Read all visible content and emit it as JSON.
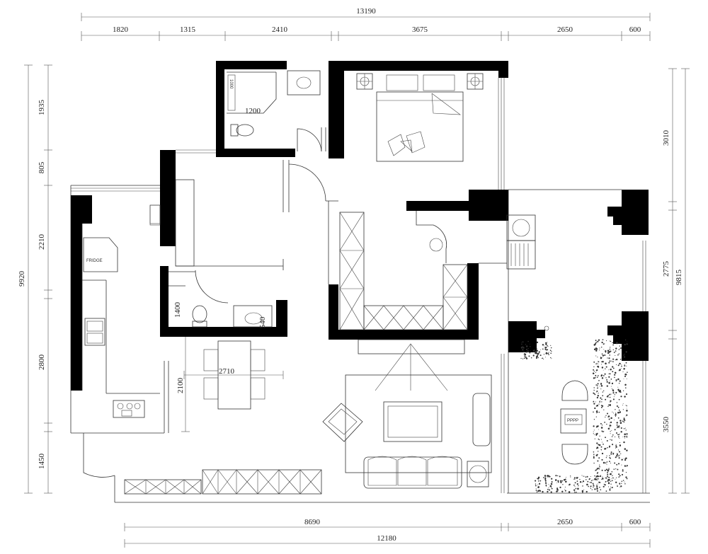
{
  "dimensions": {
    "top_total": "13190",
    "top_segments": [
      "1820",
      "1315",
      "2410",
      "3675",
      "2650",
      "600"
    ],
    "left_total": "9920",
    "left_segments": [
      "1935",
      "805",
      "2210",
      "2800",
      "1450"
    ],
    "right_total": "9815",
    "right_segments": [
      "3010",
      "2775",
      "3550"
    ],
    "bottom_segments": [
      "8690",
      "2650",
      "600"
    ],
    "bottom_total": "12180"
  },
  "inner_labels": {
    "bath_shower": "1200",
    "bath_shower_side": "1000",
    "wc_depth": "1400",
    "basin_width": "540",
    "dining_depth": "2100",
    "dining_width": "2710"
  },
  "fixture_text": {
    "fridge": "FRIDGE",
    "table_lamp": "PPPP"
  }
}
